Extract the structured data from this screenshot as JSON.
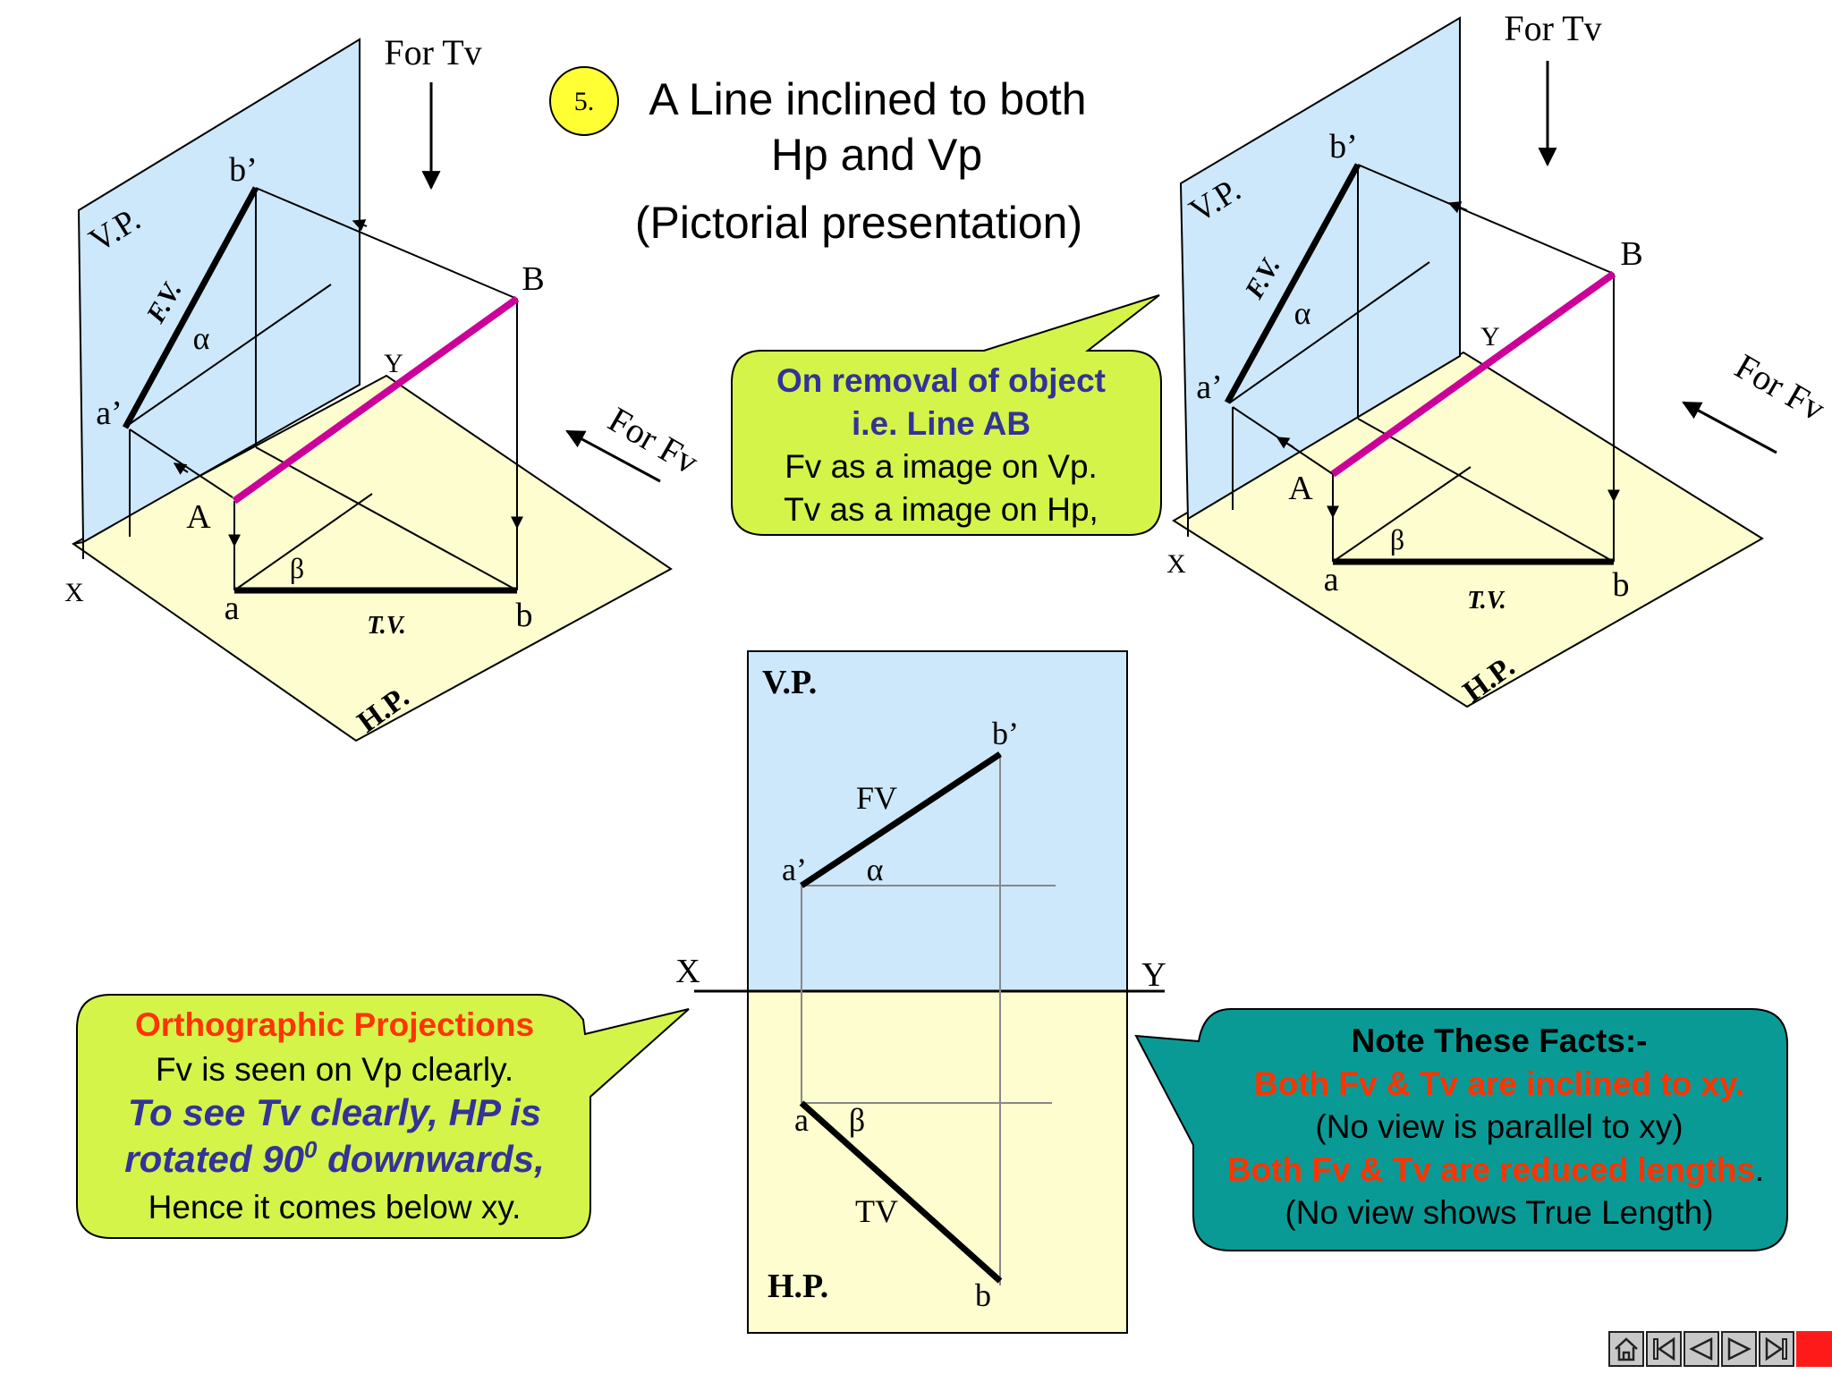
{
  "title": {
    "step_number": "5.",
    "line1": "A Line inclined to both",
    "line2": "Hp and Vp",
    "line3": "(Pictorial presentation)"
  },
  "pictorial_left": {
    "for_tv": "For Tv",
    "for_fv": "For Fv",
    "vp": "V.P.",
    "hp": "H.P.",
    "fv": "F.V.",
    "tv": "T.V.",
    "alpha": "α",
    "beta": "β",
    "point_B": "B",
    "point_A": "A",
    "b_prime": "b’",
    "a_prime": "a’",
    "a": "a",
    "b": "b",
    "x": "X",
    "y": "Y"
  },
  "pictorial_right": {
    "for_tv": "For Tv",
    "for_fv": "For Fv",
    "vp": "V.P.",
    "hp": "H.P.",
    "fv": "F.V.",
    "tv": "T.V.",
    "alpha": "α",
    "beta": "β",
    "point_B": "B",
    "point_A": "A",
    "b_prime": "b’",
    "a_prime": "a’",
    "a": "a",
    "b": "b",
    "x": "X",
    "y": "Y"
  },
  "callout_removal": {
    "line1": "On removal of object",
    "line2": "i.e. Line AB",
    "line3": "Fv as a image on Vp.",
    "line4": "Tv as a image on Hp,"
  },
  "orthographic": {
    "vp": "V.P.",
    "hp": "H.P.",
    "fv": "FV",
    "tv": "TV",
    "alpha": "α",
    "beta": "β",
    "b_prime": "b’",
    "a_prime": "a’",
    "a": "a",
    "b": "b",
    "x": "X",
    "y": "Y"
  },
  "callout_ortho": {
    "heading": "Orthographic Projections",
    "line1": "Fv is seen on Vp clearly.",
    "line2": "To see Tv clearly, HP is",
    "line3_pre": "rotated 90",
    "line3_sup": "0",
    "line3_post": " downwards,",
    "line4": "Hence it comes below xy."
  },
  "callout_facts": {
    "heading": "Note These Facts:-",
    "line1": "Both Fv & Tv are inclined to xy.",
    "line2": "(No view is parallel to xy)",
    "line3": "Both Fv & Tv are reduced lengths",
    "line3_tail": ".",
    "line4": "(No view shows True Length)"
  },
  "colors": {
    "vp_fill": "#cde8fb",
    "hp_fill": "#fefdd0",
    "line_ab": "#cc0099",
    "callout_green": "#d4f44a",
    "callout_teal": "#0a9a96",
    "orange_red": "#ff3300",
    "navy": "#333399",
    "badge_yellow": "#ffff33"
  },
  "nav": {
    "icons": [
      "home-icon",
      "first-slide-icon",
      "previous-slide-icon",
      "next-slide-icon",
      "last-slide-icon",
      "stop-icon"
    ]
  }
}
